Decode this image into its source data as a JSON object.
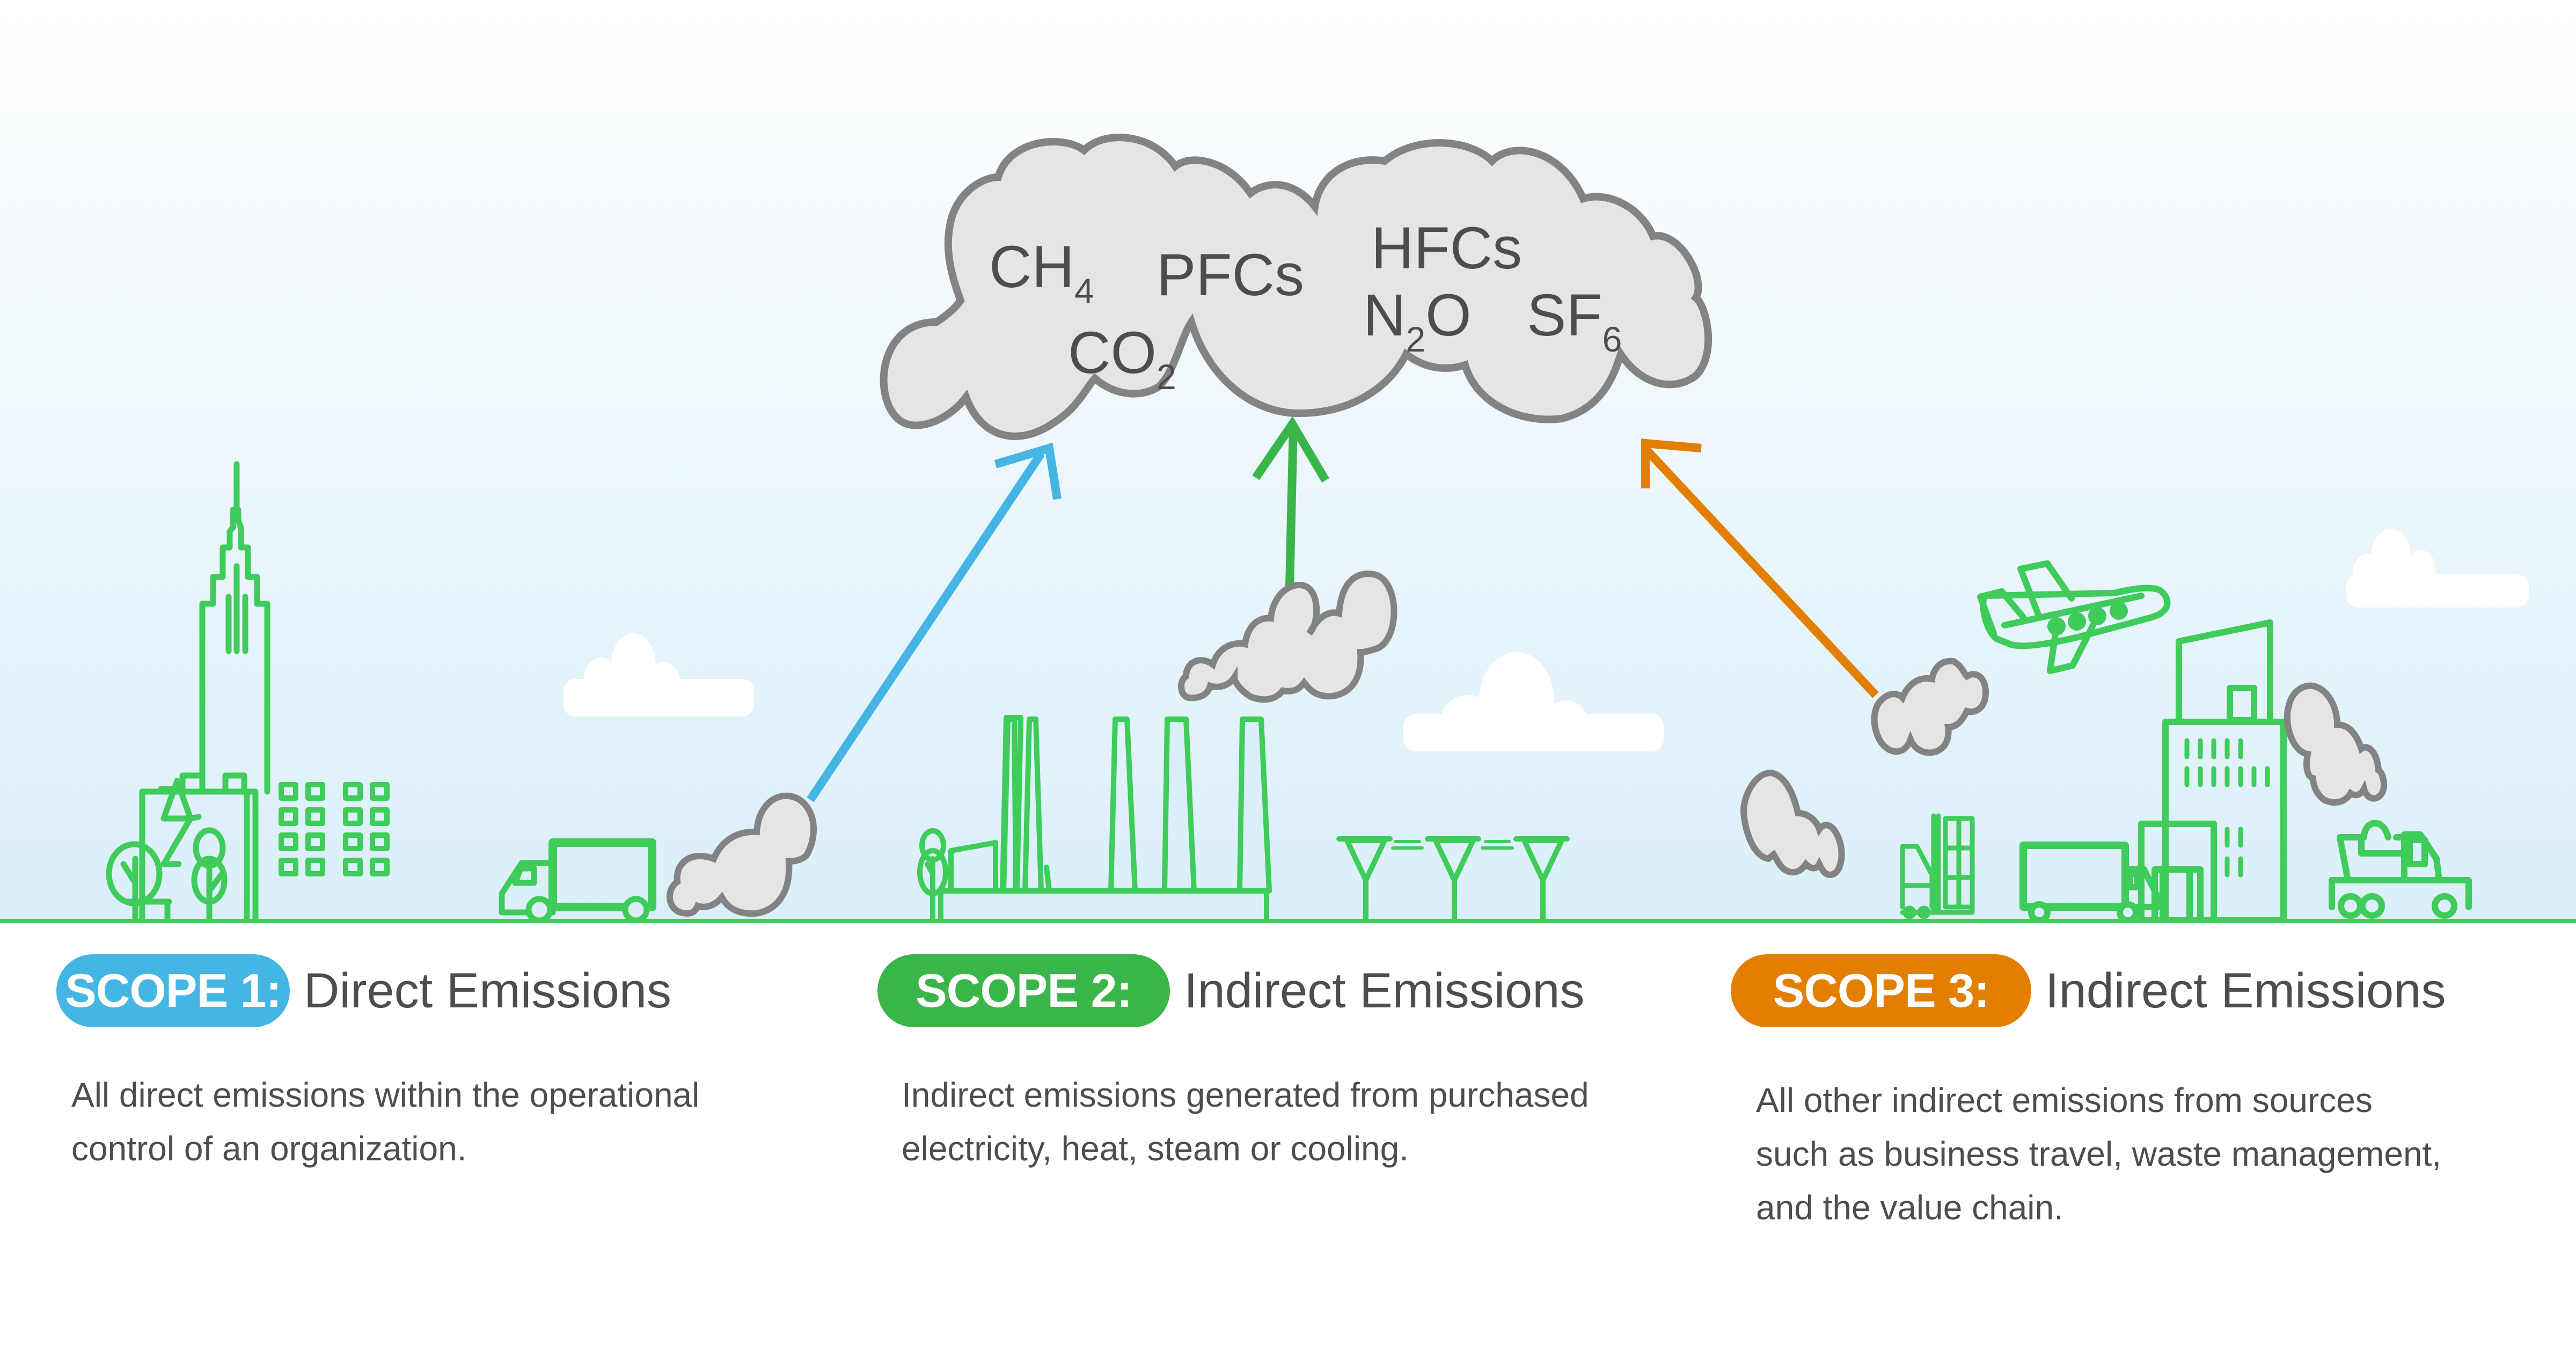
{
  "cloud": {
    "gases": [
      {
        "base": "CH",
        "sub": "4"
      },
      {
        "base": "PFCs",
        "sub": ""
      },
      {
        "base": "HFCs",
        "sub": ""
      },
      {
        "base": "CO",
        "sub": "2"
      },
      {
        "base": "N",
        "sub": "2",
        "after": "O"
      },
      {
        "base": "SF",
        "sub": "6"
      }
    ]
  },
  "colors": {
    "scope1": "#45b6e3",
    "scope2": "#3ab54a",
    "scope3": "#e37f00",
    "line_art": "#3fcc5a",
    "smoke_fill": "#e5e5e5",
    "smoke_stroke": "#838383",
    "text": "#4d4d4d",
    "sky_bottom": "#daeff9"
  },
  "scopes": [
    {
      "badge": "SCOPE 1:",
      "title": "Direct Emissions",
      "description": "All direct emissions within the operational\ncontrol of an organization."
    },
    {
      "badge": "SCOPE 2:",
      "title": "Indirect Emissions",
      "description": "Indirect emissions generated from purchased\nelectricity, heat, steam or cooling."
    },
    {
      "badge": "SCOPE 3:",
      "title": "Indirect Emissions",
      "description": "All other indirect emissions from sources\nsuch as business travel, waste management,\nand the value chain."
    }
  ],
  "illustrations": {
    "scope1": [
      "trees-icon",
      "skyscraper-icon",
      "delivery-truck-icon",
      "smoke-cloud-icon"
    ],
    "scope2": [
      "tree-icon",
      "factory-icon",
      "smokestacks-icon",
      "power-lines-icon",
      "smoke-cloud-icon"
    ],
    "scope3": [
      "airplane-icon",
      "forklift-icon",
      "truck-icon",
      "office-building-icon",
      "garbage-truck-icon",
      "smoke-cloud-icon"
    ]
  }
}
